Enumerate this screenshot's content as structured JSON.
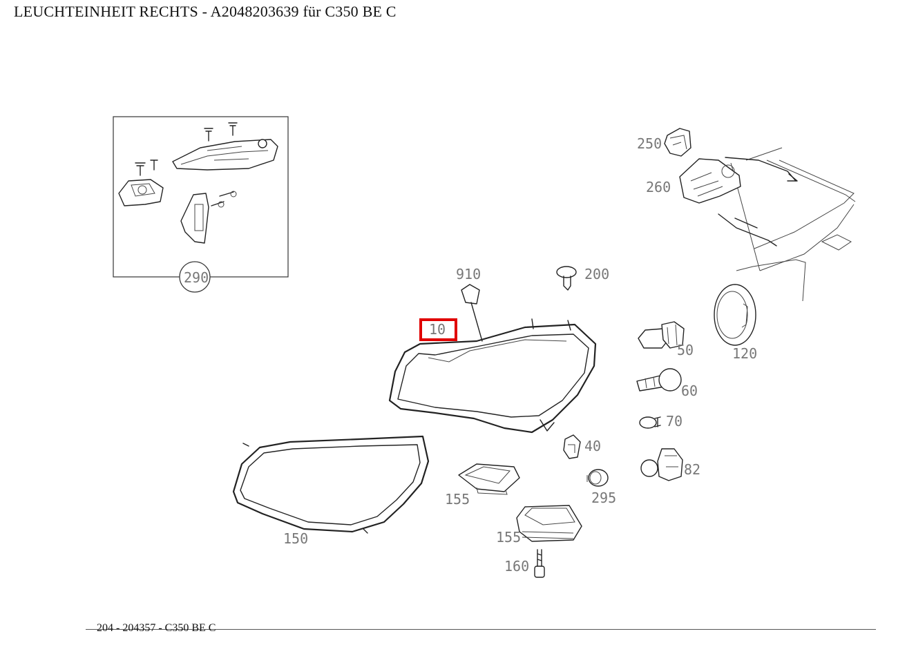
{
  "page": {
    "title": "LEUCHTEINHEIT RECHTS - A2048203639 für C350 BE C",
    "footer": "204 - 204357 - C350 BE C"
  },
  "diagram": {
    "selected_part": "10",
    "highlight_color": "#e00000",
    "line_color": "#222222",
    "label_color": "#777777",
    "callouts": {
      "p10": "10",
      "p910": "910",
      "p200": "200",
      "p250": "250",
      "p260": "260",
      "p290": "290",
      "p50": "50",
      "p60": "60",
      "p70": "70",
      "p82": "82",
      "p120": "120",
      "p40": "40",
      "p295": "295",
      "p155a": "155",
      "p155b": "155",
      "p150": "150",
      "p160": "160"
    }
  }
}
